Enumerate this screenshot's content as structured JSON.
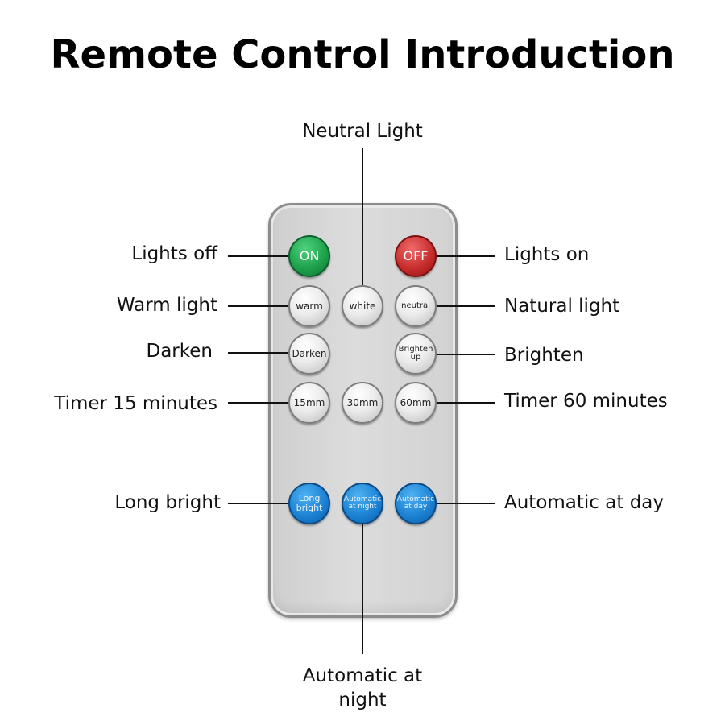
{
  "title": "Remote Control Introduction",
  "remote": {
    "buttons": {
      "on": "ON",
      "off": "OFF",
      "warm": "warm",
      "white": "white",
      "neutral": "neutral",
      "darken": "Darken",
      "brighten_up": "Brighten up",
      "t15": "15mm",
      "t30": "30mm",
      "t60": "60mm",
      "long_bright": "Long bright",
      "auto_night": "Automatic at night",
      "auto_day": "Automatic at day"
    }
  },
  "labels": {
    "neutral_light": "Neutral Light",
    "lights_off": "Lights off",
    "lights_on": "Lights on",
    "warm_light": "Warm light",
    "natural_light": "Natural light",
    "darken": "Darken",
    "brighten": "Brighten",
    "timer_15": "Timer 15 minutes",
    "timer_60": "Timer 60 minutes",
    "long_bright": "Long bright",
    "automatic_at_day": "Automatic at day",
    "automatic_at_night": "Automatic at night"
  },
  "colors": {
    "on_button": "#1c9e49",
    "off_button": "#c42a2a",
    "blue_button": "#1a7fd1",
    "remote_body": "#d6d6d7"
  }
}
